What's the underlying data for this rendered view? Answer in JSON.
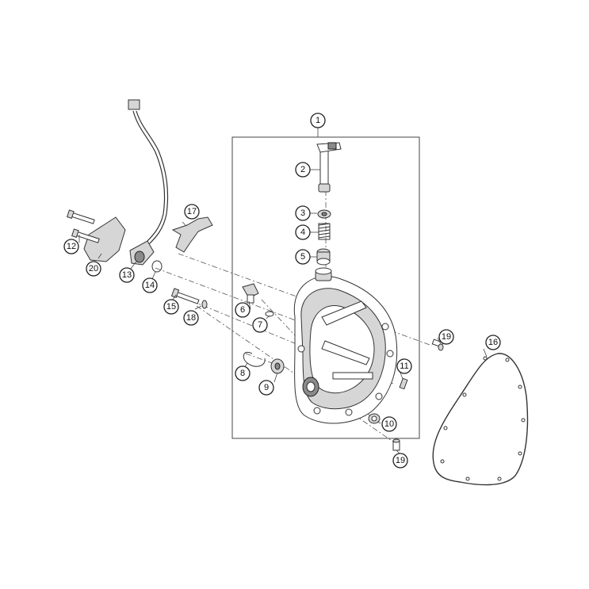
{
  "diagram": {
    "callouts": [
      {
        "id": "c1",
        "label": "1"
      },
      {
        "id": "c2",
        "label": "2"
      },
      {
        "id": "c3",
        "label": "3"
      },
      {
        "id": "c4",
        "label": "4"
      },
      {
        "id": "c5",
        "label": "5"
      },
      {
        "id": "c6",
        "label": "6"
      },
      {
        "id": "c7",
        "label": "7"
      },
      {
        "id": "c8",
        "label": "8"
      },
      {
        "id": "c9",
        "label": "9"
      },
      {
        "id": "c10",
        "label": "10"
      },
      {
        "id": "c11",
        "label": "11"
      },
      {
        "id": "c12",
        "label": "12"
      },
      {
        "id": "c13",
        "label": "13"
      },
      {
        "id": "c14",
        "label": "14"
      },
      {
        "id": "c15",
        "label": "15"
      },
      {
        "id": "c16",
        "label": "16"
      },
      {
        "id": "c17",
        "label": "17"
      },
      {
        "id": "c18",
        "label": "18"
      },
      {
        "id": "c19a",
        "label": "19"
      },
      {
        "id": "c19b",
        "label": "19"
      },
      {
        "id": "c20",
        "label": "20"
      }
    ]
  }
}
